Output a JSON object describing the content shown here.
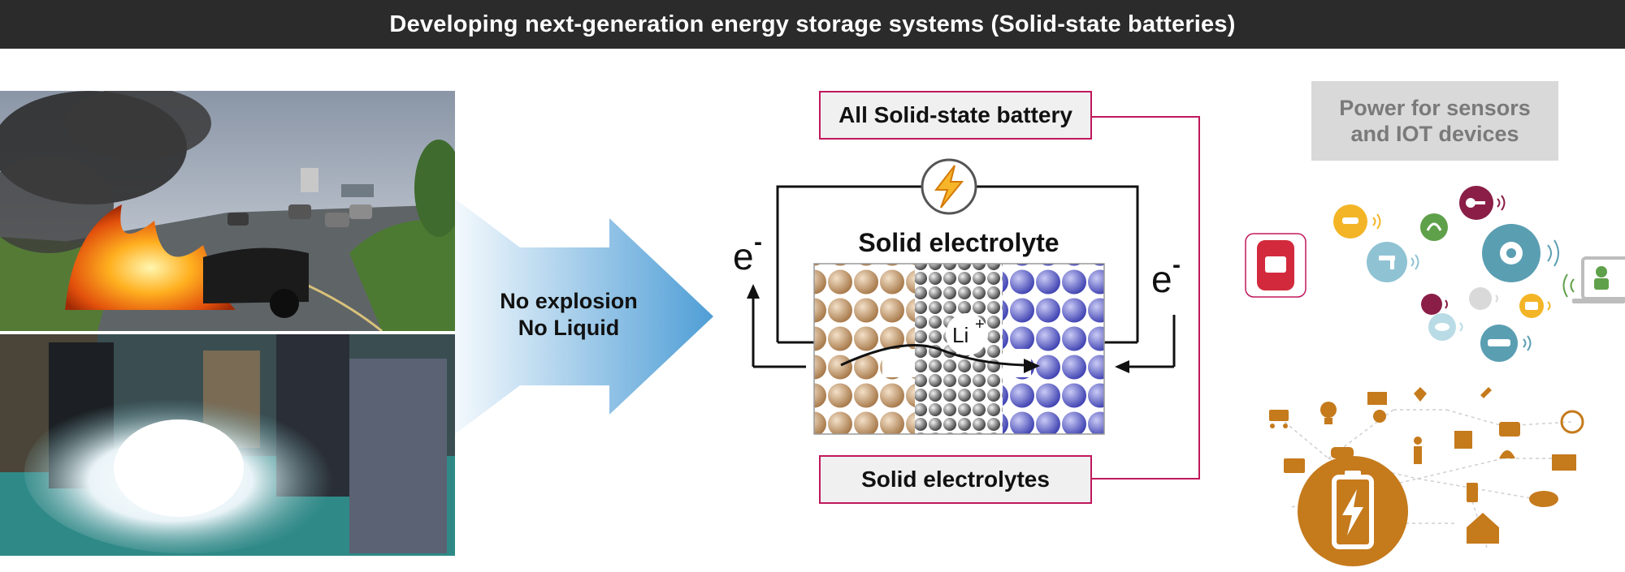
{
  "header": {
    "title": "Developing next-generation energy storage systems (Solid-state batteries)"
  },
  "arrow": {
    "line1": "No explosion",
    "line2": "No Liquid"
  },
  "callouts": {
    "top": "All Solid-state battery",
    "bottom": "Solid electrolytes"
  },
  "diagram": {
    "electrolyte_label": "Solid electrolyte",
    "electron_left": "e",
    "electron_right": "e",
    "electron_sign": "-",
    "ion_label": "Li",
    "ion_sign": "+"
  },
  "sensors": {
    "line1": "Power for sensors",
    "line2": "and IOT devices"
  },
  "colors": {
    "accent": "#c0185b",
    "header_bg": "#2b2b2b",
    "cathode": "#c79a6b",
    "anode": "#5c5fc9",
    "iot_teal": "#5a9eb2",
    "iot_orange": "#c57a1c"
  },
  "icons": [
    "lightning-icon",
    "car-icon",
    "faucet-icon",
    "gear-icon",
    "key-icon",
    "headphones-icon",
    "battery-icon",
    "camera-icon",
    "eye-icon",
    "watch-icon",
    "laptop-icon",
    "cart-icon",
    "bulb-icon",
    "house-icon",
    "globe-icon",
    "factory-icon",
    "person-icon"
  ]
}
